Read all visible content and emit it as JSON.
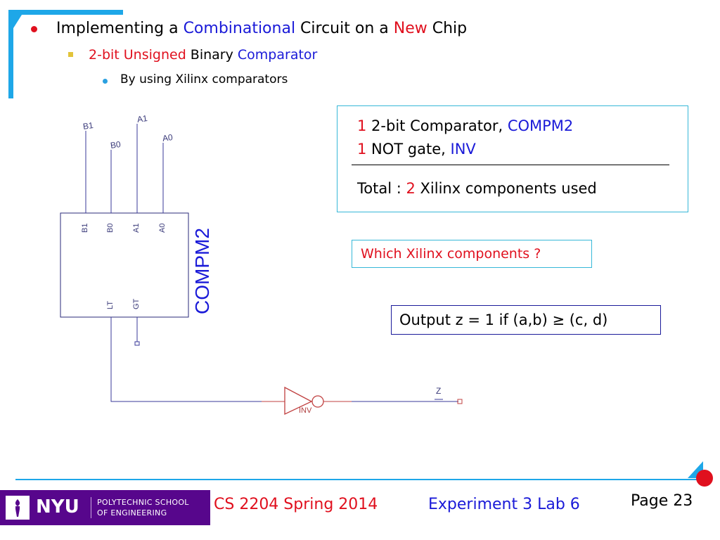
{
  "bullets": {
    "level1": {
      "prefix": "Implementing a ",
      "highlight": "Combinational",
      "middle": " Circuit on a ",
      "highlight2": "New",
      "suffix": " Chip"
    },
    "level2": {
      "highlight": "2-bit Unsigned",
      "middle": " Binary ",
      "highlight2": "Comparator"
    },
    "level3": {
      "text": "By using Xilinx comparators"
    }
  },
  "schematic": {
    "component_name": "COMPM2",
    "inputs": [
      "B1",
      "B0",
      "A1",
      "A0"
    ],
    "outputs": [
      "LT",
      "GT"
    ],
    "gate_label": "INV",
    "output_label": "Z"
  },
  "components_box": {
    "row1": {
      "count": "1",
      "text": " 2-bit Comparator, ",
      "name": "COMPM2"
    },
    "row2": {
      "count": "1",
      "text": " NOT gate, ",
      "name": "INV"
    },
    "total": {
      "prefix": "Total : ",
      "count": "2",
      "suffix": " Xilinx components used"
    }
  },
  "question": "Which Xilinx components ?",
  "output_note": "Output z = 1 if (a,b) ≥ (c, d)",
  "footer": {
    "logo_main": "NYU",
    "logo_line1": "POLYTECHNIC SCHOOL",
    "logo_line2": "OF ENGINEERING",
    "course": "CS 2204 Spring 2014",
    "experiment": "Experiment 3 Lab 6",
    "page": "Page 23"
  },
  "colors": {
    "accent_cyan": "#1ea7e8",
    "logo_purple": "#57068c",
    "highlight_blue": "#1a1ad8",
    "highlight_red": "#e0101e"
  }
}
